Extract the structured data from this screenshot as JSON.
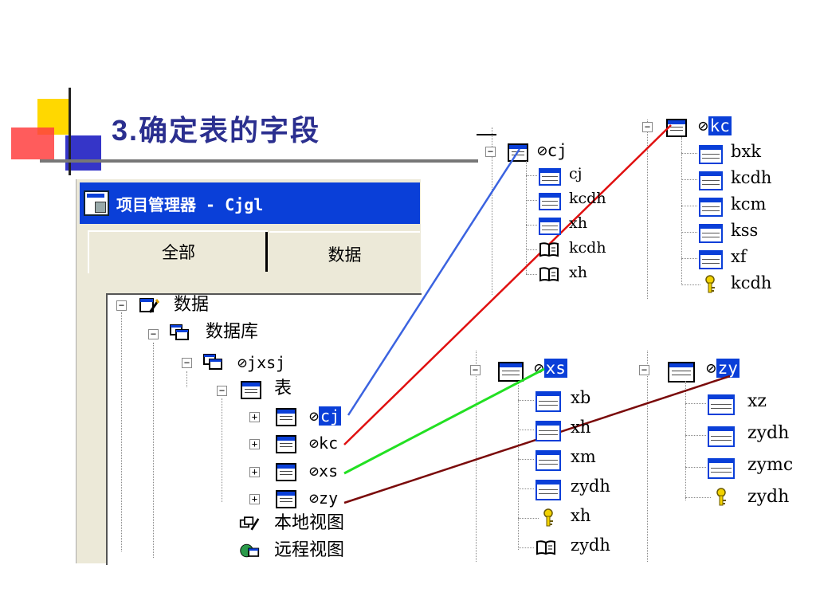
{
  "title": {
    "number": "3.",
    "text": "确定表的字段"
  },
  "window": {
    "title": "项目管理器 - Cjgl",
    "tabs": [
      "全部",
      "数据"
    ]
  },
  "tree": {
    "data": "数据",
    "database": "数据库",
    "jxsj": "⊘jxsj",
    "tables": "表",
    "t_cj": "cj",
    "t_kc": "kc",
    "t_xs": "xs",
    "t_zy": "zy",
    "local_view": "本地视图",
    "remote_view": "远程视图"
  },
  "panels": {
    "cj": {
      "name": "cj",
      "fields": [
        "cj",
        "kcdh",
        "xh"
      ],
      "indexes": [
        "kcdh",
        "xh"
      ]
    },
    "kc": {
      "name": "kc",
      "fields": [
        "bxk",
        "kcdh",
        "kcm",
        "kss",
        "xf"
      ],
      "key": "kcdh"
    },
    "xs": {
      "name": "xs",
      "fields": [
        "xb",
        "xh",
        "xm",
        "zydh"
      ],
      "key": "xh",
      "index": "zydh"
    },
    "zy": {
      "name": "zy",
      "fields": [
        "xz",
        "zydh",
        "zymc"
      ],
      "key": "zydh"
    }
  },
  "colors": {
    "cj_line": "#3b63e0",
    "kc_line": "#e01010",
    "xs_line": "#22e022",
    "zy_line": "#7a0a0a",
    "selection": "#0a3fd8"
  },
  "icons": [
    "table-icon",
    "field-icon",
    "index-icon",
    "key-icon",
    "expand-icon",
    "collapse-icon",
    "database-icon",
    "view-icon"
  ]
}
